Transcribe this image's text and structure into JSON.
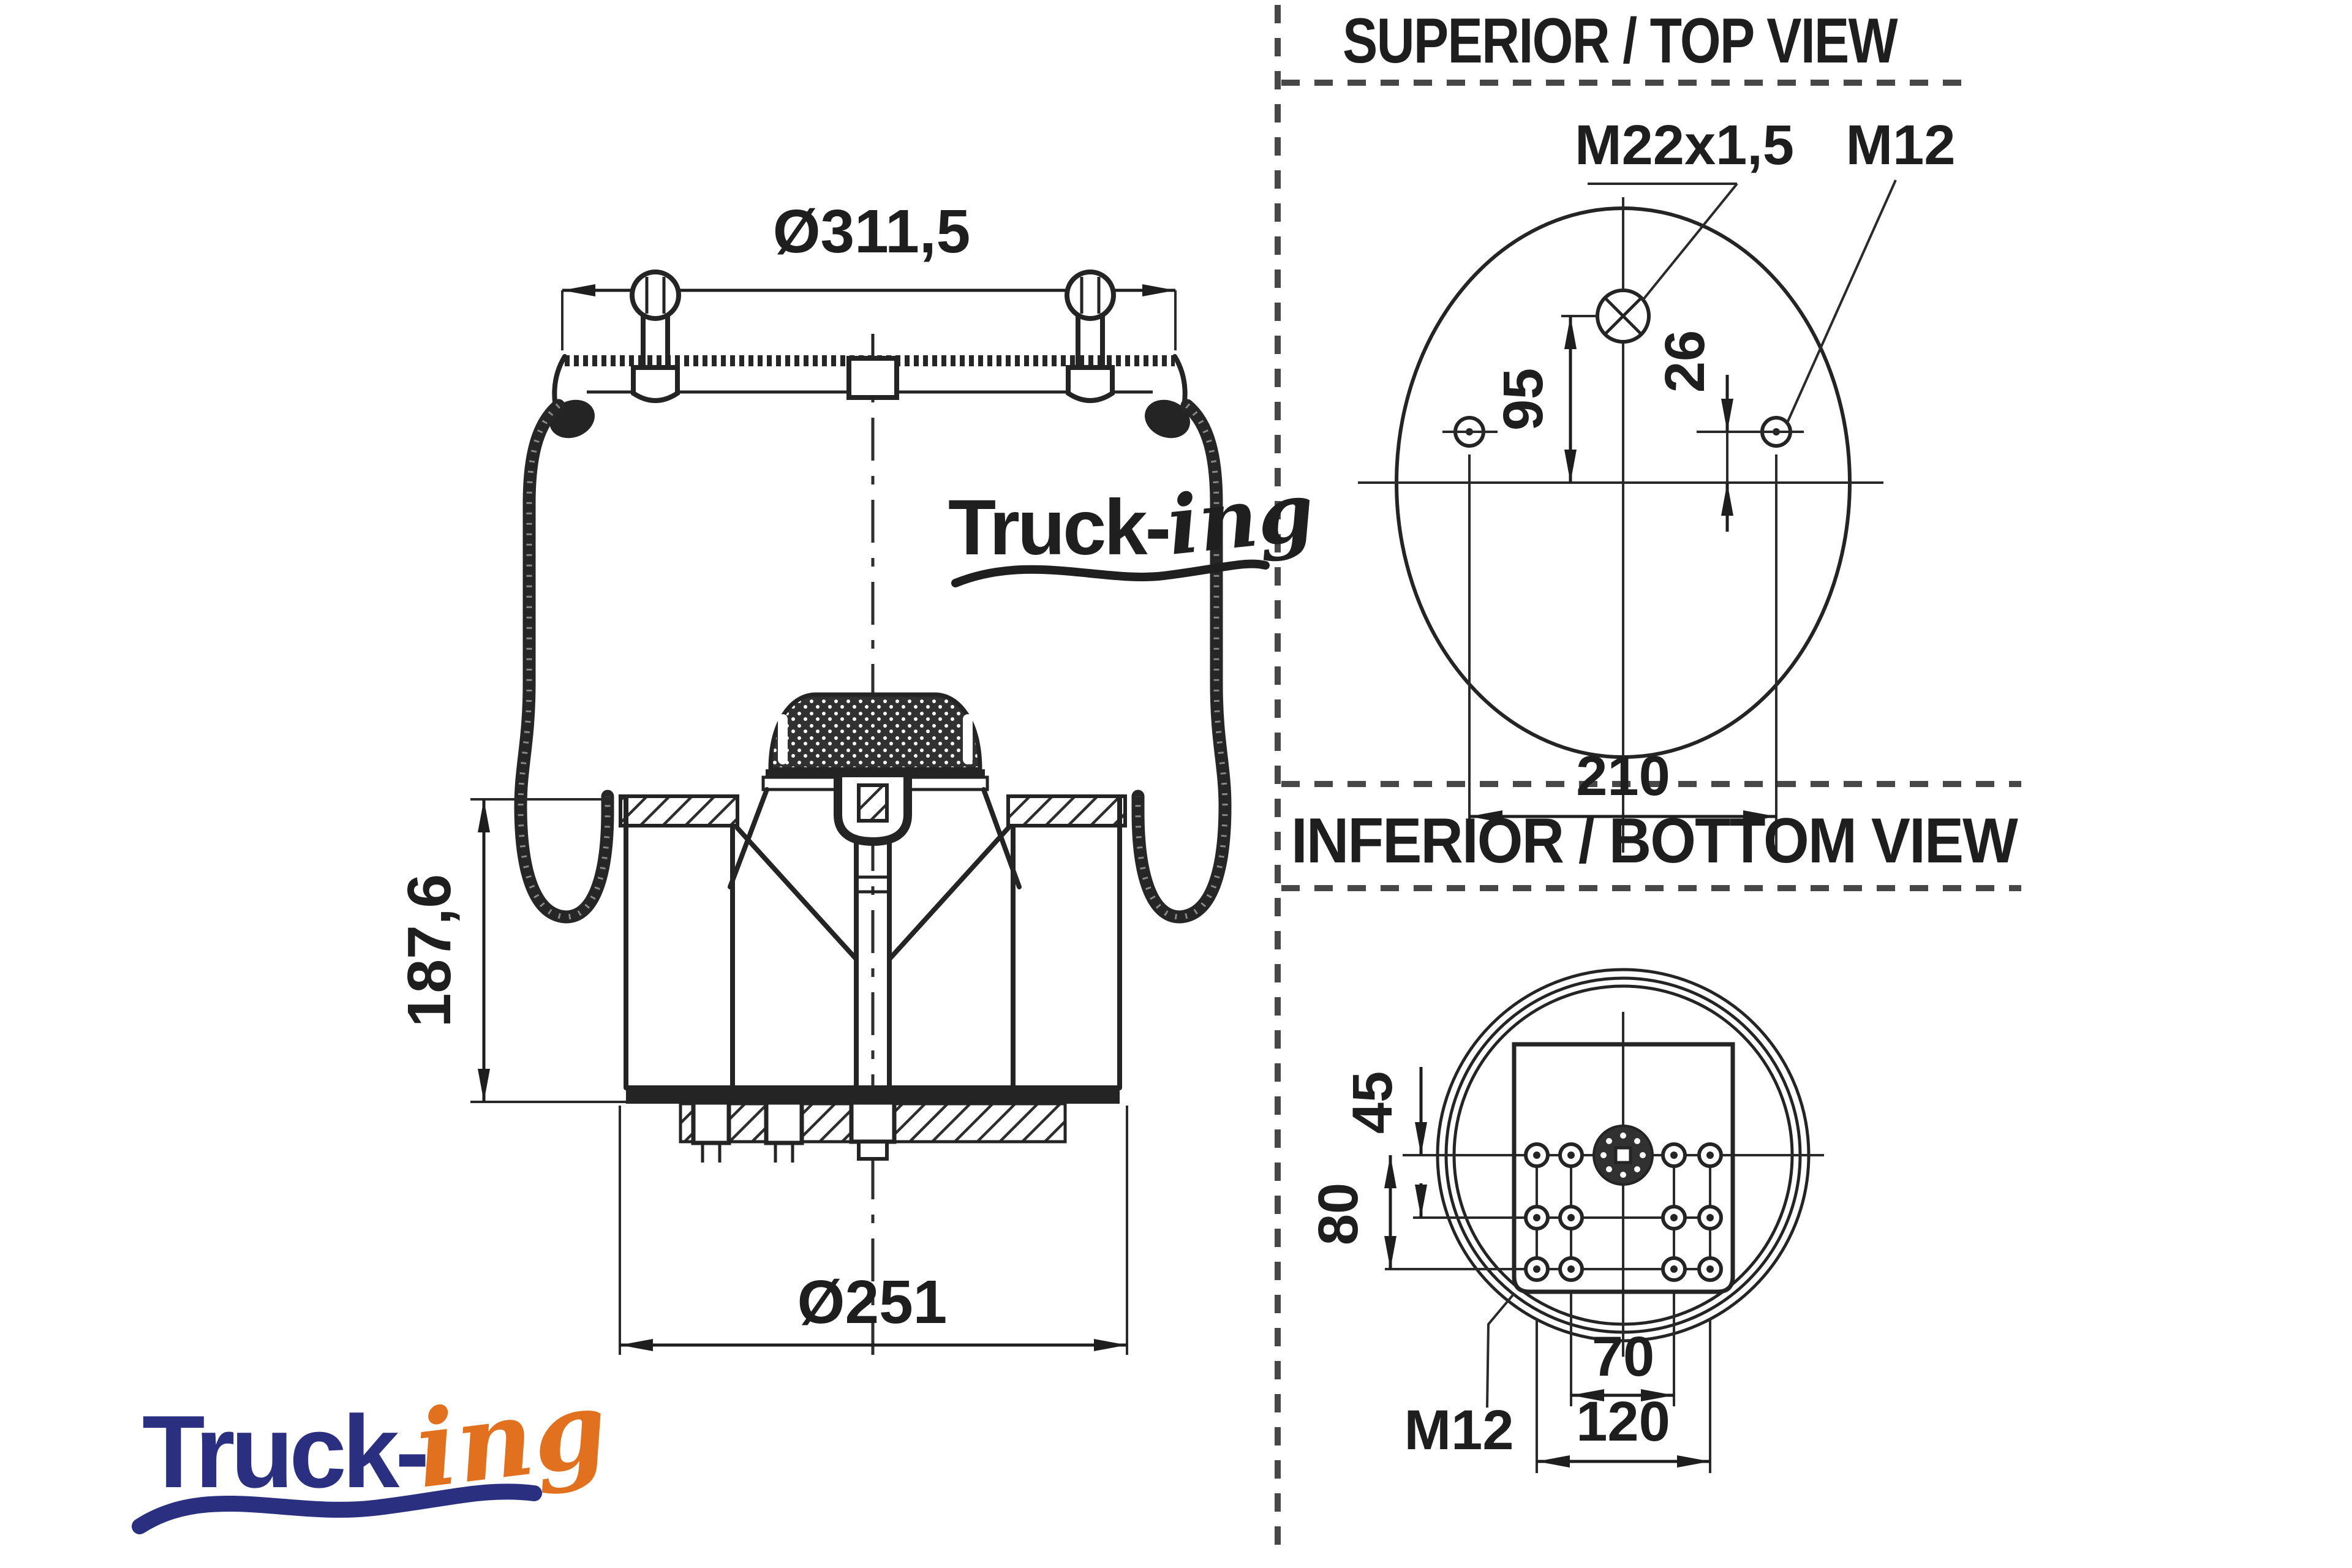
{
  "main_view": {
    "dim_top_diameter": "Ø311,5",
    "dim_height": "187,6",
    "dim_bottom_diameter": "Ø251",
    "watermark_bold": "Truck-",
    "watermark_script": "ing"
  },
  "top_view": {
    "title": "SUPERIOR / TOP VIEW",
    "fitting_label": "M22x1,5",
    "stud_label": "M12",
    "dim_fitting_offset": "95",
    "dim_stud_offset": "26",
    "dim_stud_spacing": "210"
  },
  "bottom_view": {
    "title": "INFERIOR / BOTTOM VIEW",
    "stud_label": "M12",
    "dim_upper_row_offset": "45",
    "dim_lower_row_offset": "80",
    "dim_inner_stud_spacing": "70",
    "dim_outer_stud_spacing": "120"
  },
  "brand": {
    "bold": "Truck-",
    "script": "ing",
    "navy": "#2b2f80",
    "orange": "#e2711f"
  },
  "colors": {
    "ink": "#1e1e1e",
    "dashed_line": "#474747",
    "background": "#ffffff"
  }
}
